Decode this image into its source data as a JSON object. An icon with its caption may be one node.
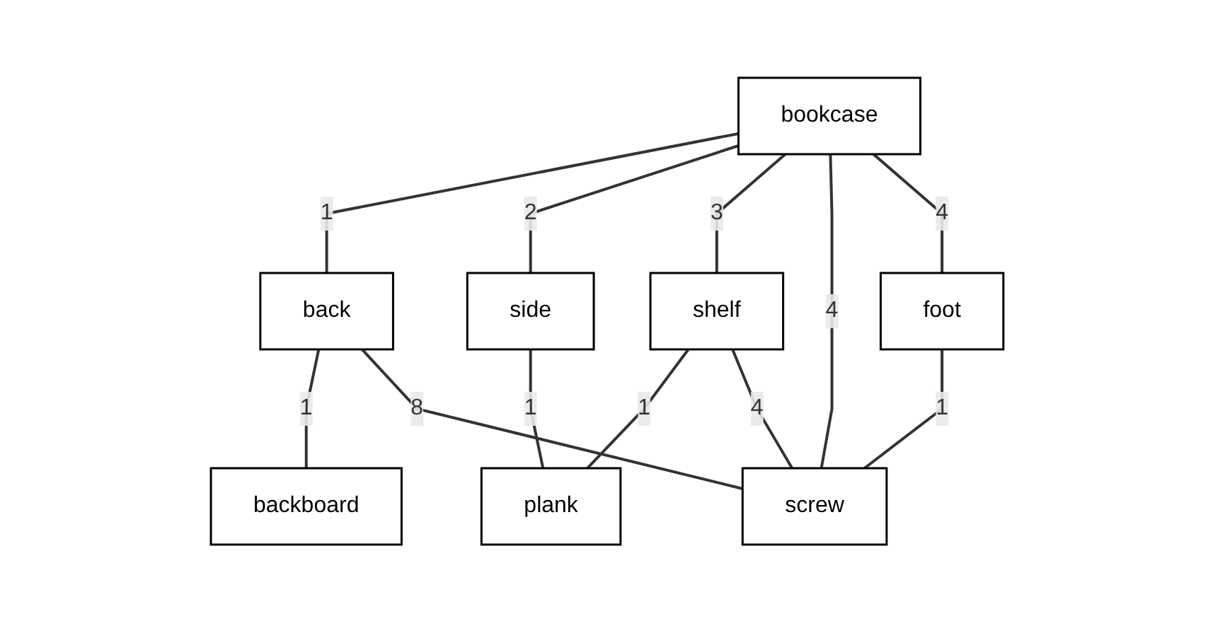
{
  "diagram": {
    "nodes": [
      {
        "text": [
          "bookcase"
        ]
      },
      {
        "text": [
          "back"
        ]
      },
      {
        "text": [
          "side"
        ]
      },
      {
        "text": [
          "shelf"
        ]
      },
      {
        "text": [
          "foot"
        ]
      },
      {
        "text": [
          "backboard"
        ]
      },
      {
        "text": [
          "screw"
        ]
      },
      {
        "text": [
          "plank"
        ]
      }
    ],
    "edges": [
      {
        "from": 0,
        "to": 1,
        "arrow": "none",
        "label": "1"
      },
      {
        "from": 0,
        "to": 2,
        "arrow": "none",
        "label": "2"
      },
      {
        "from": 0,
        "to": 3,
        "arrow": "none",
        "label": "3"
      },
      {
        "from": 0,
        "to": 6,
        "arrow": "none",
        "label": "4"
      },
      {
        "from": 0,
        "to": 4,
        "arrow": "none",
        "label": "4"
      },
      {
        "from": 1,
        "to": 5,
        "arrow": "none",
        "label": "1"
      },
      {
        "from": 1,
        "to": 6,
        "arrow": "none",
        "label": "8"
      },
      {
        "from": 2,
        "to": 7,
        "arrow": "none",
        "label": "1"
      },
      {
        "from": 3,
        "to": 7,
        "arrow": "none",
        "label": "1"
      },
      {
        "from": 3,
        "to": 6,
        "arrow": "none",
        "label": "4"
      },
      {
        "from": 4,
        "to": 6,
        "arrow": "none",
        "label": "1"
      }
    ]
  }
}
